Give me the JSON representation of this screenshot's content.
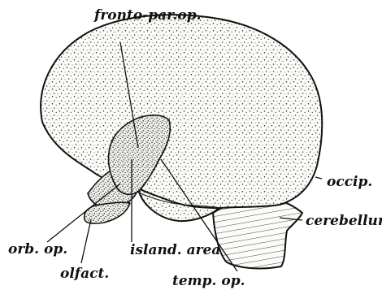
{
  "figure": {
    "background": "#ffffff",
    "ink": "#111111",
    "labels": {
      "fronto_par_op": "fronto-par.op.",
      "occip": "occip.",
      "cerebellum": "cerebellum",
      "orb_op": "orb. op.",
      "olfact": "olfact.",
      "island_area": "island. area",
      "temp_op": "temp. op."
    }
  }
}
